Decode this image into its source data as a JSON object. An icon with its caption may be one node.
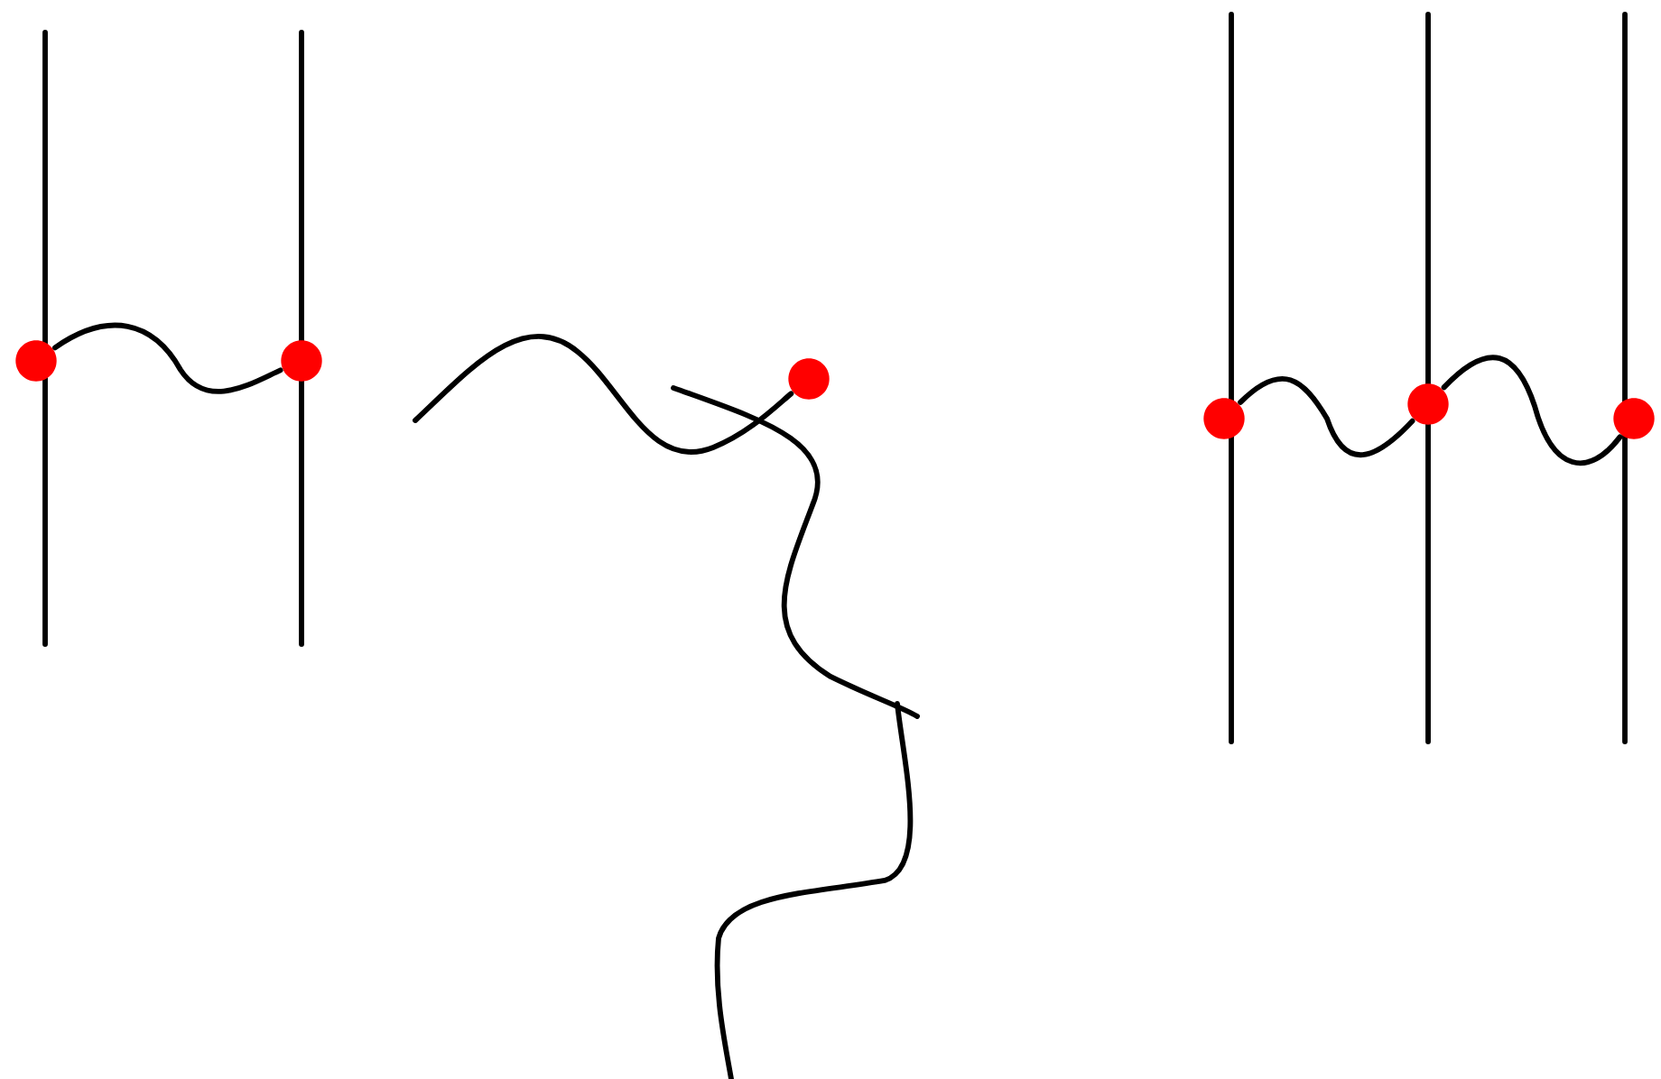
{
  "diagram": {
    "nodes": [
      {
        "text": [],
        "shape": "circle"
      },
      {
        "text": [],
        "shape": "circle"
      },
      {
        "text": [],
        "shape": "circle"
      },
      {
        "text": [],
        "shape": "circle"
      },
      {
        "text": [],
        "shape": "circle"
      },
      {
        "text": [],
        "shape": "circle"
      }
    ],
    "edges": [
      {
        "from": 0,
        "to": 1,
        "arrow": "none"
      },
      {
        "from": null,
        "to": 2,
        "arrow": "none"
      },
      {
        "from": 3,
        "to": 4,
        "arrow": "none"
      },
      {
        "from": 4,
        "to": 5,
        "arrow": "none"
      }
    ]
  }
}
